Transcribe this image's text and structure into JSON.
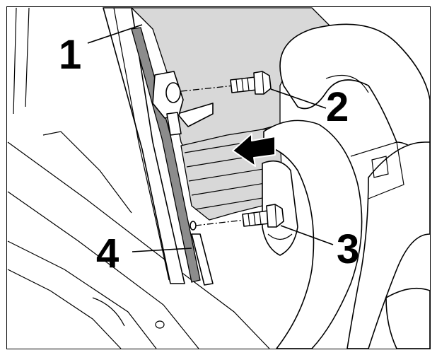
{
  "callouts": [
    {
      "id": "1",
      "label": "1"
    },
    {
      "id": "2",
      "label": "2"
    },
    {
      "id": "3",
      "label": "3"
    },
    {
      "id": "4",
      "label": "4"
    }
  ],
  "colors": {
    "line": "#000000",
    "shaded_part": "#d8d8d8",
    "dark_strip": "#8c8c8c",
    "background": "#ffffff"
  },
  "icons": [
    "direction-arrow-icon",
    "bolt-icon"
  ]
}
